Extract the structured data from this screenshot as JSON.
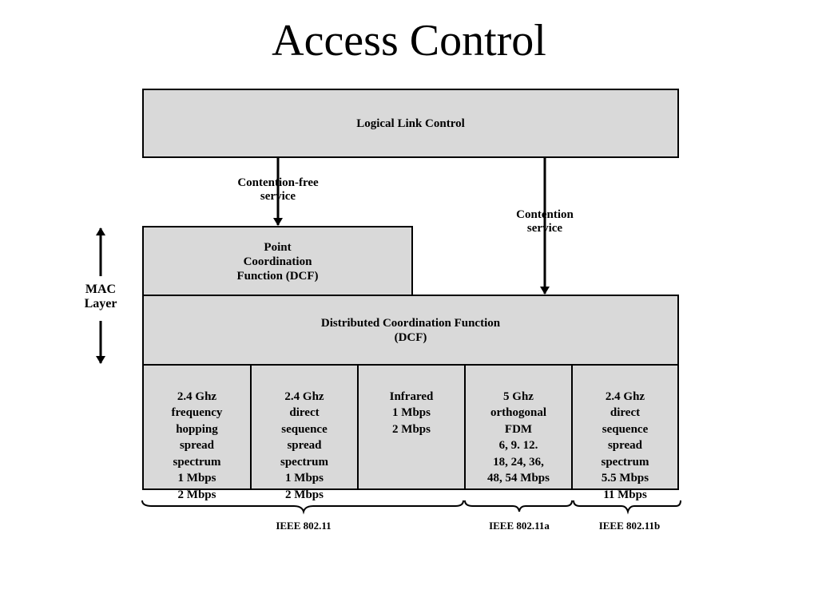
{
  "title": "Access Control",
  "llc": "Logical Link Control",
  "pcf": "Point\nCoordination\nFunction (DCF)",
  "dcf": "Distributed Coordination Function\n(DCF)",
  "contention_free": "Contention-free\nservice",
  "contention": "Contention\nservice",
  "mac_layer": "MAC\nLayer",
  "cells": [
    "2.4 Ghz\nfrequency\nhopping\nspread\nspectrum\n1 Mbps\n2 Mbps",
    "2.4 Ghz\ndirect\nsequence\nspread\nspectrum\n1 Mbps\n2 Mbps",
    "Infrared\n1 Mbps\n2 Mbps",
    "5 Ghz\northogonal\nFDM\n6, 9. 12.\n18, 24, 36,\n48, 54 Mbps",
    "2.4 Ghz\ndirect\nsequence\nspread\nspectrum\n5.5 Mbps\n11 Mbps"
  ],
  "standards": {
    "ieee_80211": "IEEE 802.11",
    "ieee_80211a": "IEEE 802.11a",
    "ieee_80211b": "IEEE 802.11b"
  }
}
